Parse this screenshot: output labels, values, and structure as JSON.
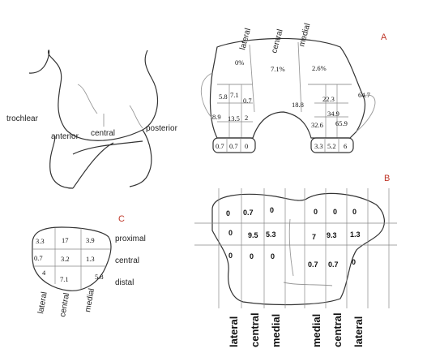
{
  "panels": {
    "a": "A",
    "b": "B",
    "c": "C"
  },
  "knee_side": {
    "trochlear": "trochlear",
    "anterior": "anterior",
    "central": "central",
    "posterior": "posterior"
  },
  "panel_a": {
    "top_labels": [
      "lateral",
      "central",
      "medial"
    ],
    "values": {
      "trochlea_lat": "0%",
      "trochlea_cen": "7.1%",
      "trochlea_med": "2.6%",
      "lat_r1": [
        "5.8",
        "7.1",
        "0.7"
      ],
      "lat_r2": [
        "8.9",
        "13.5",
        "2"
      ],
      "notch": "18.8",
      "med_r1": "22.3",
      "med_r2": "34.9",
      "med_r3": [
        "32.6",
        "65.9"
      ],
      "med_side": "64.7",
      "lat_post": [
        "0.7",
        "0.7",
        "0"
      ],
      "med_post": [
        "3.3",
        "5.2",
        "6"
      ]
    }
  },
  "panel_b": {
    "row1": [
      "0",
      "0.7",
      "0",
      "0",
      "0",
      "0"
    ],
    "row2": [
      "0",
      "9.5",
      "5.3",
      "7",
      "9.3",
      "1.3"
    ],
    "row3": [
      "0",
      "0",
      "0",
      "0.7",
      "0.7",
      "0"
    ],
    "bottom_labels": [
      "lateral",
      "central",
      "medial",
      "medial",
      "central",
      "lateral"
    ]
  },
  "panel_c": {
    "row1": [
      "3.3",
      "17",
      "3.9"
    ],
    "row2": [
      "0.7",
      "3.2",
      "1.3"
    ],
    "row3": [
      "4",
      "7.1",
      "5.8"
    ],
    "side_labels": [
      "proximal",
      "central",
      "distal"
    ],
    "bottom_labels": [
      "lateral",
      "central",
      "medial"
    ]
  }
}
